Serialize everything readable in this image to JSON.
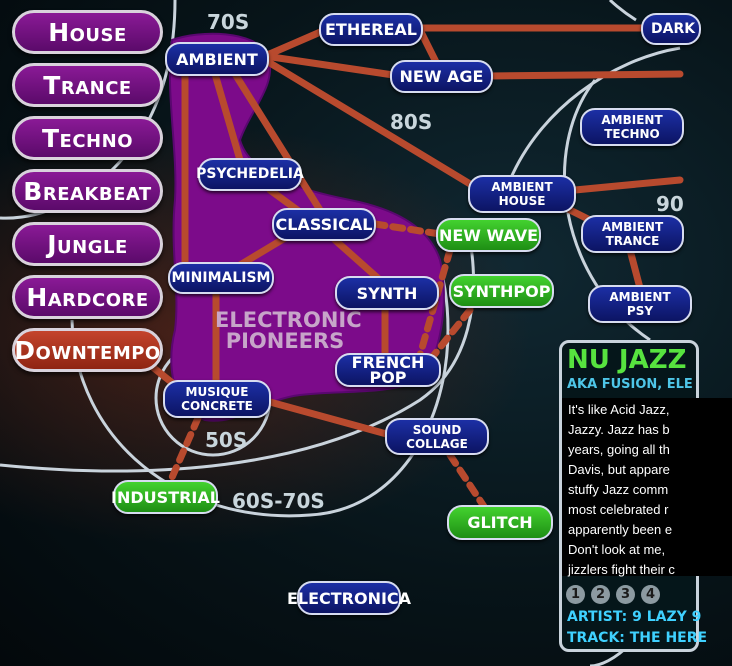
{
  "nav": [
    "House",
    "Trance",
    "Techno",
    "Breakbeat",
    "Jungle",
    "Hardcore",
    "Downtempo"
  ],
  "active_nav": "Downtempo",
  "eras": [
    "70s",
    "80s",
    "90",
    "50s",
    "60s-70s"
  ],
  "cluster_label": "ELECTRONIC\nPIONEERS",
  "nodes": {
    "ambient": "AMBIENT",
    "ethereal": "ETHEREAL",
    "dark": "DARK",
    "new_age": "NEW AGE",
    "ambient_techno": "AMBIENT\nTECHNO",
    "psychedelia": "PSYCHEDELIA",
    "ambient_house": "AMBIENT\nHOUSE",
    "classical": "CLASSICAL",
    "new_wave": "NEW WAVE",
    "ambient_trance": "AMBIENT\nTRANCE",
    "minimalism": "MINIMALISM",
    "synth": "SYNTH",
    "synthpop": "SYNTHPOP",
    "ambient_psy": "AMBIENT\nPSY",
    "french_pop": "FRENCH POP",
    "musique_concrete": "MUSIQUE\nCONCRETE",
    "sound_collage": "SOUND\nCOLLAGE",
    "industrial": "INDUSTRIAL",
    "glitch": "GLITCH",
    "electronica": "ELECTRONICA"
  },
  "colors": {
    "node_blue": "#111b86",
    "node_green": "#2fb51f",
    "nav_purple": "#7a1488",
    "nav_active": "#b2391f",
    "link": "#b84a2e",
    "cluster": "#7c0b8a",
    "ring": "#c9d3dc"
  },
  "panel": {
    "title": "NU JAZZ",
    "aka": "AKA FUSION, ELE",
    "body": [
      "It's like Acid Jazz,",
      "Jazzy. Jazz has b",
      "years, going all th",
      "Davis, but appare",
      "stuffy Jazz comm",
      "most celebrated r",
      "apparently been e",
      "Don't look at me,",
      "jizzlers fight their c"
    ],
    "tracks": [
      "1",
      "2",
      "3",
      "4"
    ],
    "artist": "ARTIST: 9 LAZY 9",
    "track": "TRACK: THE HERE"
  }
}
